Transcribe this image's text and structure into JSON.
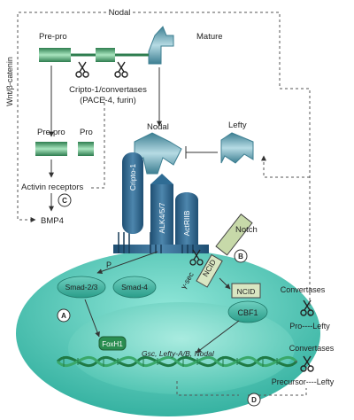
{
  "labels": {
    "nodal_top": "Nodal",
    "wnt_catenin": "Wnt/β-catenin",
    "prepro_top": "Pre-pro",
    "mature": "Mature",
    "cripto_convertases": "Cripto-1/convertases",
    "pace_furin": "(PACE-4, furin)",
    "prepro_mid": "Pre-pro",
    "pro": "Pro",
    "activin_receptors": "Activin receptors",
    "bmp4": "BMP4",
    "nodal_mid": "Nodal",
    "lefty_top": "Lefty",
    "cripto1_receptor": "Cripto-1",
    "alk": "ALK4/5/7",
    "actrIIB": "ActRIIB",
    "notch": "Notch",
    "gamma_sec": "γ-sec",
    "ncid_membrane": "NCID",
    "ncid_nucleus": "NCID",
    "cbf1": "CBF1",
    "phospho": "P",
    "smad23": "Smad-2/3",
    "smad4": "Smad-4",
    "foxh1": "FoxH1",
    "genes": "Gsc, Lefty-A/B, Nodal",
    "convertases_1": "Convertases",
    "pro_lefty": "Pro----Lefty",
    "convertases_2": "Convertases",
    "precursor_lefty": "Precursor----Lefty"
  },
  "markers": {
    "a": "A",
    "b": "B",
    "c": "C",
    "d": "D"
  },
  "colors": {
    "cell": "#4ec9b7",
    "nucleus": "#7fdccd",
    "membrane_blue": "#2f6c94",
    "protein_green": "#2e9a5c",
    "protein_teal": "#5aa6b8",
    "ncid_fill": "#d9e6c2"
  }
}
